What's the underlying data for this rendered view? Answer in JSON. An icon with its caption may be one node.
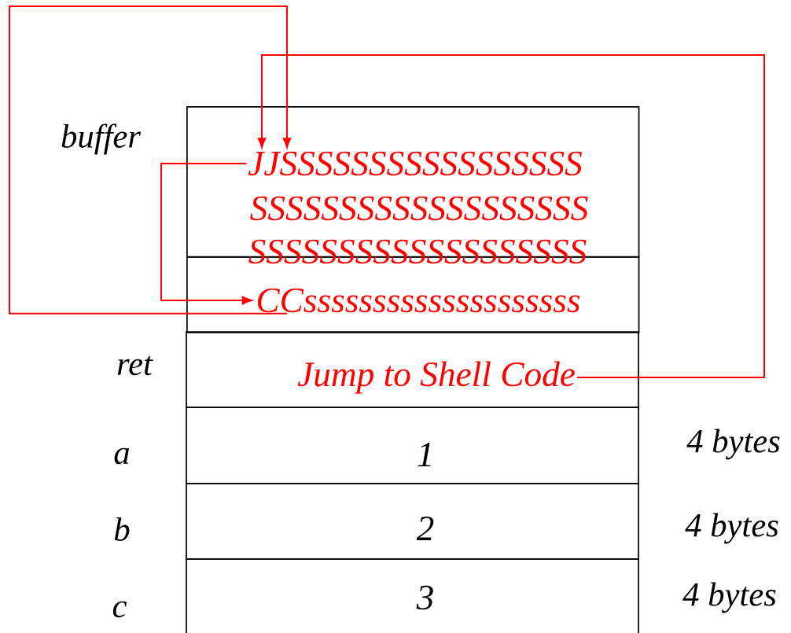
{
  "diagram": {
    "nodes": [
      {
        "text": [],
        "shape": "box"
      },
      {
        "text": [
          "JJSSSSSSSSSSSSSSSSS"
        ],
        "in": 0
      },
      {
        "text": [
          "SSSSSSSSSSSSSSSSSSS"
        ],
        "in": 0
      },
      {
        "text": [
          "SSSSSSSSSSSSSSSSSSS"
        ]
      },
      {
        "text": [],
        "shape": "box"
      },
      {
        "text": [
          "CCssssssssssssssssssss"
        ],
        "in": 4
      },
      {
        "text": [
          "Jump to Shell Code"
        ]
      },
      {
        "text": [
          "1"
        ]
      },
      {
        "text": [
          "2"
        ]
      },
      {
        "text": [
          "3"
        ]
      }
    ],
    "edges": [
      {
        "from": 5,
        "to": 1,
        "arrow": "to"
      },
      {
        "from": 6,
        "to": 1,
        "arrow": "to"
      },
      {
        "from": 1,
        "to": 5,
        "arrow": "to"
      }
    ],
    "labels": [
      "buffer",
      "ret",
      "a",
      "4 bytes",
      "b",
      "4 bytes",
      "c",
      "4 bytes"
    ]
  }
}
